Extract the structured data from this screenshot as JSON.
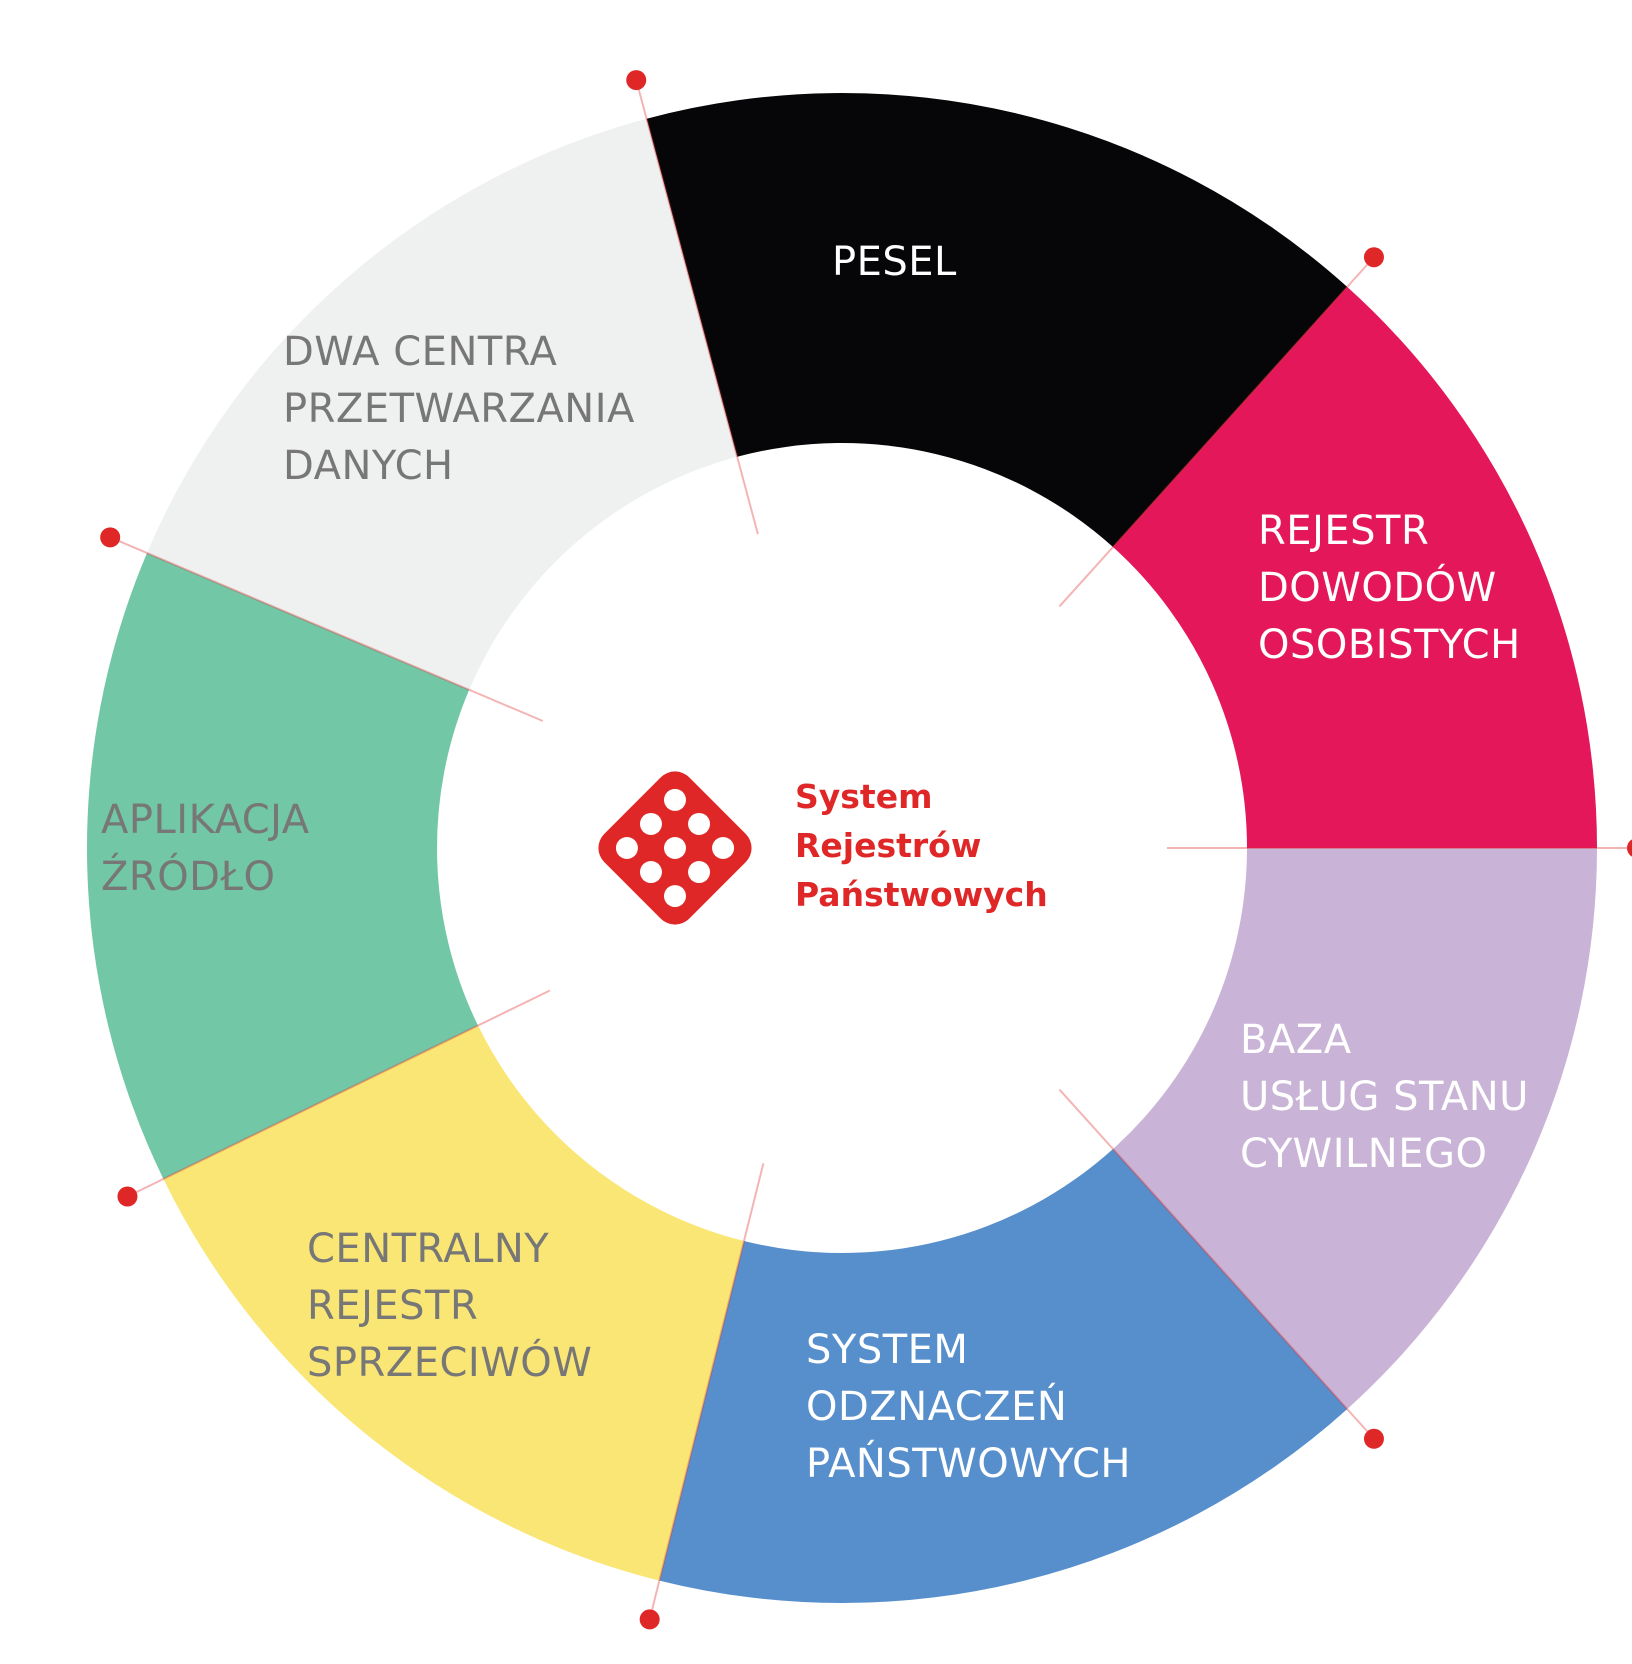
{
  "center": {
    "logo_icon": "dice-icon",
    "title_lines": [
      "System",
      "Rejestrów",
      "Państwowych"
    ],
    "color": "#e02727"
  },
  "segments": [
    {
      "id": "pesel",
      "lines": [
        "PESEL"
      ],
      "fill": "#060608",
      "text_color": "#ffffff"
    },
    {
      "id": "rejestr-dowodow",
      "lines": [
        "REJESTR",
        "DOWODÓW",
        "OSOBISTYCH"
      ],
      "fill": "#e4175a",
      "text_color": "#ffffff"
    },
    {
      "id": "baza-uslug",
      "lines": [
        "BAZA",
        "USŁUG STANU",
        "CYWILNEGO"
      ],
      "fill": "#c9b3d6",
      "text_color": "#ffffff"
    },
    {
      "id": "system-odznaczen",
      "lines": [
        "SYSTEM",
        "ODZNACZEŃ",
        "PAŃSTWOWYCH"
      ],
      "fill": "#578fcc",
      "text_color": "#ffffff"
    },
    {
      "id": "centralny-rejestr",
      "lines": [
        "CENTRALNY",
        "REJESTR",
        "SPRZECIWÓW"
      ],
      "fill": "#fae674",
      "text_color": "#777777"
    },
    {
      "id": "aplikacja-zrodlo",
      "lines": [
        "APLIKACJA",
        "ŹRÓDŁO"
      ],
      "fill": "#72c7a6",
      "text_color": "#777777"
    },
    {
      "id": "dwa-centra",
      "lines": [
        "DWA CENTRA",
        "PRZETWARZANIA",
        "DANYCH"
      ],
      "fill": "#eff0f0",
      "text_color": "#777777"
    }
  ],
  "accent_color": "#e02727"
}
